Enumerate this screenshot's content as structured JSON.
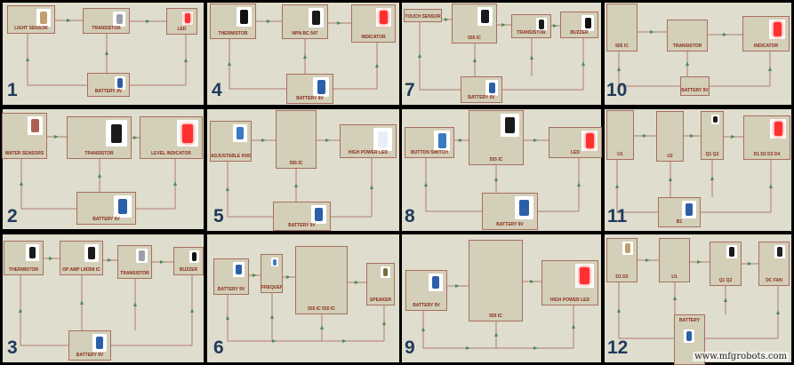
{
  "colors": {
    "background": "#dfddcd",
    "block": "#d3cfb8",
    "wire": "#b07a70",
    "arrow": "#4f8a58",
    "label": "#8a2c1c",
    "number": "#1f3a5c"
  },
  "panels": [
    {
      "number": "1",
      "blocks": [
        "LIGHT SENSOR",
        "TRANSISTOR",
        "LED",
        "BATTERY 9V"
      ]
    },
    {
      "number": "2",
      "blocks": [
        "WATER SENSORS",
        "TRANSISTOR",
        "LEVEL INDICATOR",
        "BATTERY 9V"
      ]
    },
    {
      "number": "3",
      "blocks": [
        "THERMISTOR",
        "OP AMP LM358 IC",
        "TRANSISTOR",
        "BUZZER",
        "BATTERY 9V"
      ]
    },
    {
      "number": "4",
      "blocks": [
        "THERMISTOR",
        "NPN BC 547",
        "INDICATOR",
        "BATTERY 9V"
      ]
    },
    {
      "number": "5",
      "blocks": [
        "ADJUSTABLE KNOB",
        "555 IC",
        "HIGH POWER LED",
        "BATTERY 9V"
      ]
    },
    {
      "number": "6",
      "blocks": [
        "BATTERY 9V",
        "FREQUENCY KNOB",
        "555 IC   555 IC",
        "SPEAKER"
      ]
    },
    {
      "number": "7",
      "blocks": [
        "TOUCH SENSOR",
        "555 IC",
        "TRANSISTOR",
        "BUZZER",
        "BATTERY 9V"
      ]
    },
    {
      "number": "8",
      "blocks": [
        "BUTTON SWITCH",
        "555 IC",
        "LED",
        "BATTERY 9V"
      ]
    },
    {
      "number": "9",
      "blocks": [
        "BATTERY 9V",
        "555 IC",
        "HIGH POWER LED"
      ]
    },
    {
      "number": "10",
      "blocks": [
        "555 IC",
        "TRANSISTOR",
        "INDICATOR",
        "BATTERY 9V"
      ]
    },
    {
      "number": "11",
      "blocks": [
        "U1",
        "U2",
        "Q1 Q2",
        "D1 D2 D3 D4",
        "B1"
      ]
    },
    {
      "number": "12",
      "blocks": [
        "D1 D2",
        "U1",
        "Q1 Q2",
        "DC FAN",
        "BATTERY"
      ]
    }
  ],
  "watermark": "www.mfgrobots.com"
}
